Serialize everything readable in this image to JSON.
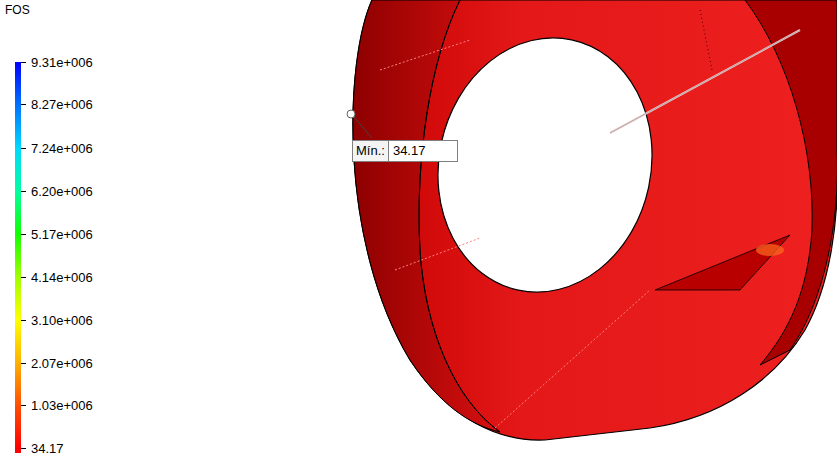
{
  "diagram": {
    "nodes": [
      {
        "text": [
          "Mín.:",
          "34.17"
        ]
      }
    ],
    "labels": [
      "FOS"
    ],
    "legend": [
      {
        "text": "9.31e+006",
        "color": "#0000ff"
      },
      {
        "text": "8.27e+006",
        "color": "#0070ff"
      },
      {
        "text": "7.24e+006",
        "color": "#00d8ff"
      },
      {
        "text": "6.20e+006",
        "color": "#00ffa0"
      },
      {
        "text": "5.17e+006",
        "color": "#10ff00"
      },
      {
        "text": "4.14e+006",
        "color": "#a0ff00"
      },
      {
        "text": "3.10e+006",
        "color": "#ffff00"
      },
      {
        "text": "2.07e+006",
        "color": "#ffb000"
      },
      {
        "text": "1.03e+006",
        "color": "#ff5000"
      },
      {
        "text": "34.17",
        "color": "#ff0000"
      }
    ]
  }
}
